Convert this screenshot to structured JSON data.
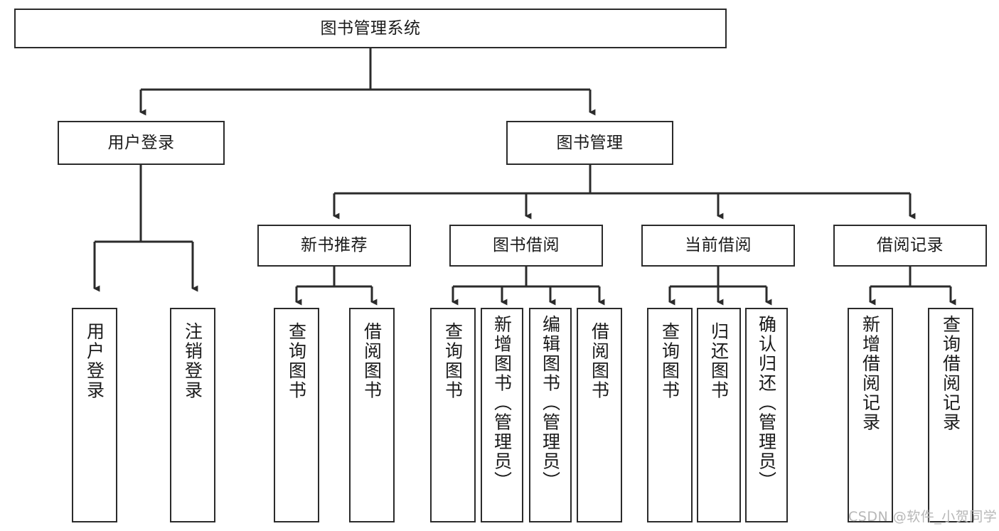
{
  "diagram": {
    "title_node": {
      "label": "图书管理系统"
    },
    "level2": [
      {
        "label": "用户登录"
      },
      {
        "label": "图书管理"
      }
    ],
    "level3": [
      {
        "label": "新书推荐"
      },
      {
        "label": "图书借阅"
      },
      {
        "label": "当前借阅"
      },
      {
        "label": "借阅记录"
      }
    ],
    "leaves": {
      "user_login": [
        {
          "label": "用户登录"
        },
        {
          "label": "注销登录"
        }
      ],
      "new_book_recommend": [
        {
          "label": "查询图书"
        },
        {
          "label": "借阅图书"
        }
      ],
      "book_borrow": [
        {
          "label": "查询图书"
        },
        {
          "label": "新增图书（管理员）"
        },
        {
          "label": "编辑图书（管理员）"
        },
        {
          "label": "借阅图书"
        }
      ],
      "current_borrow": [
        {
          "label": "查询图书"
        },
        {
          "label": "归还图书"
        },
        {
          "label": "确认归还（管理员）"
        }
      ],
      "borrow_record": [
        {
          "label": "新增借阅记录"
        },
        {
          "label": "查询借阅记录"
        }
      ]
    }
  },
  "watermark": {
    "text": "CSDN @软件_小贺同学"
  },
  "colors": {
    "stroke": "#2b2b2b",
    "background": "#ffffff",
    "text": "#1a1a1a",
    "watermark": "#b7b7b7"
  }
}
